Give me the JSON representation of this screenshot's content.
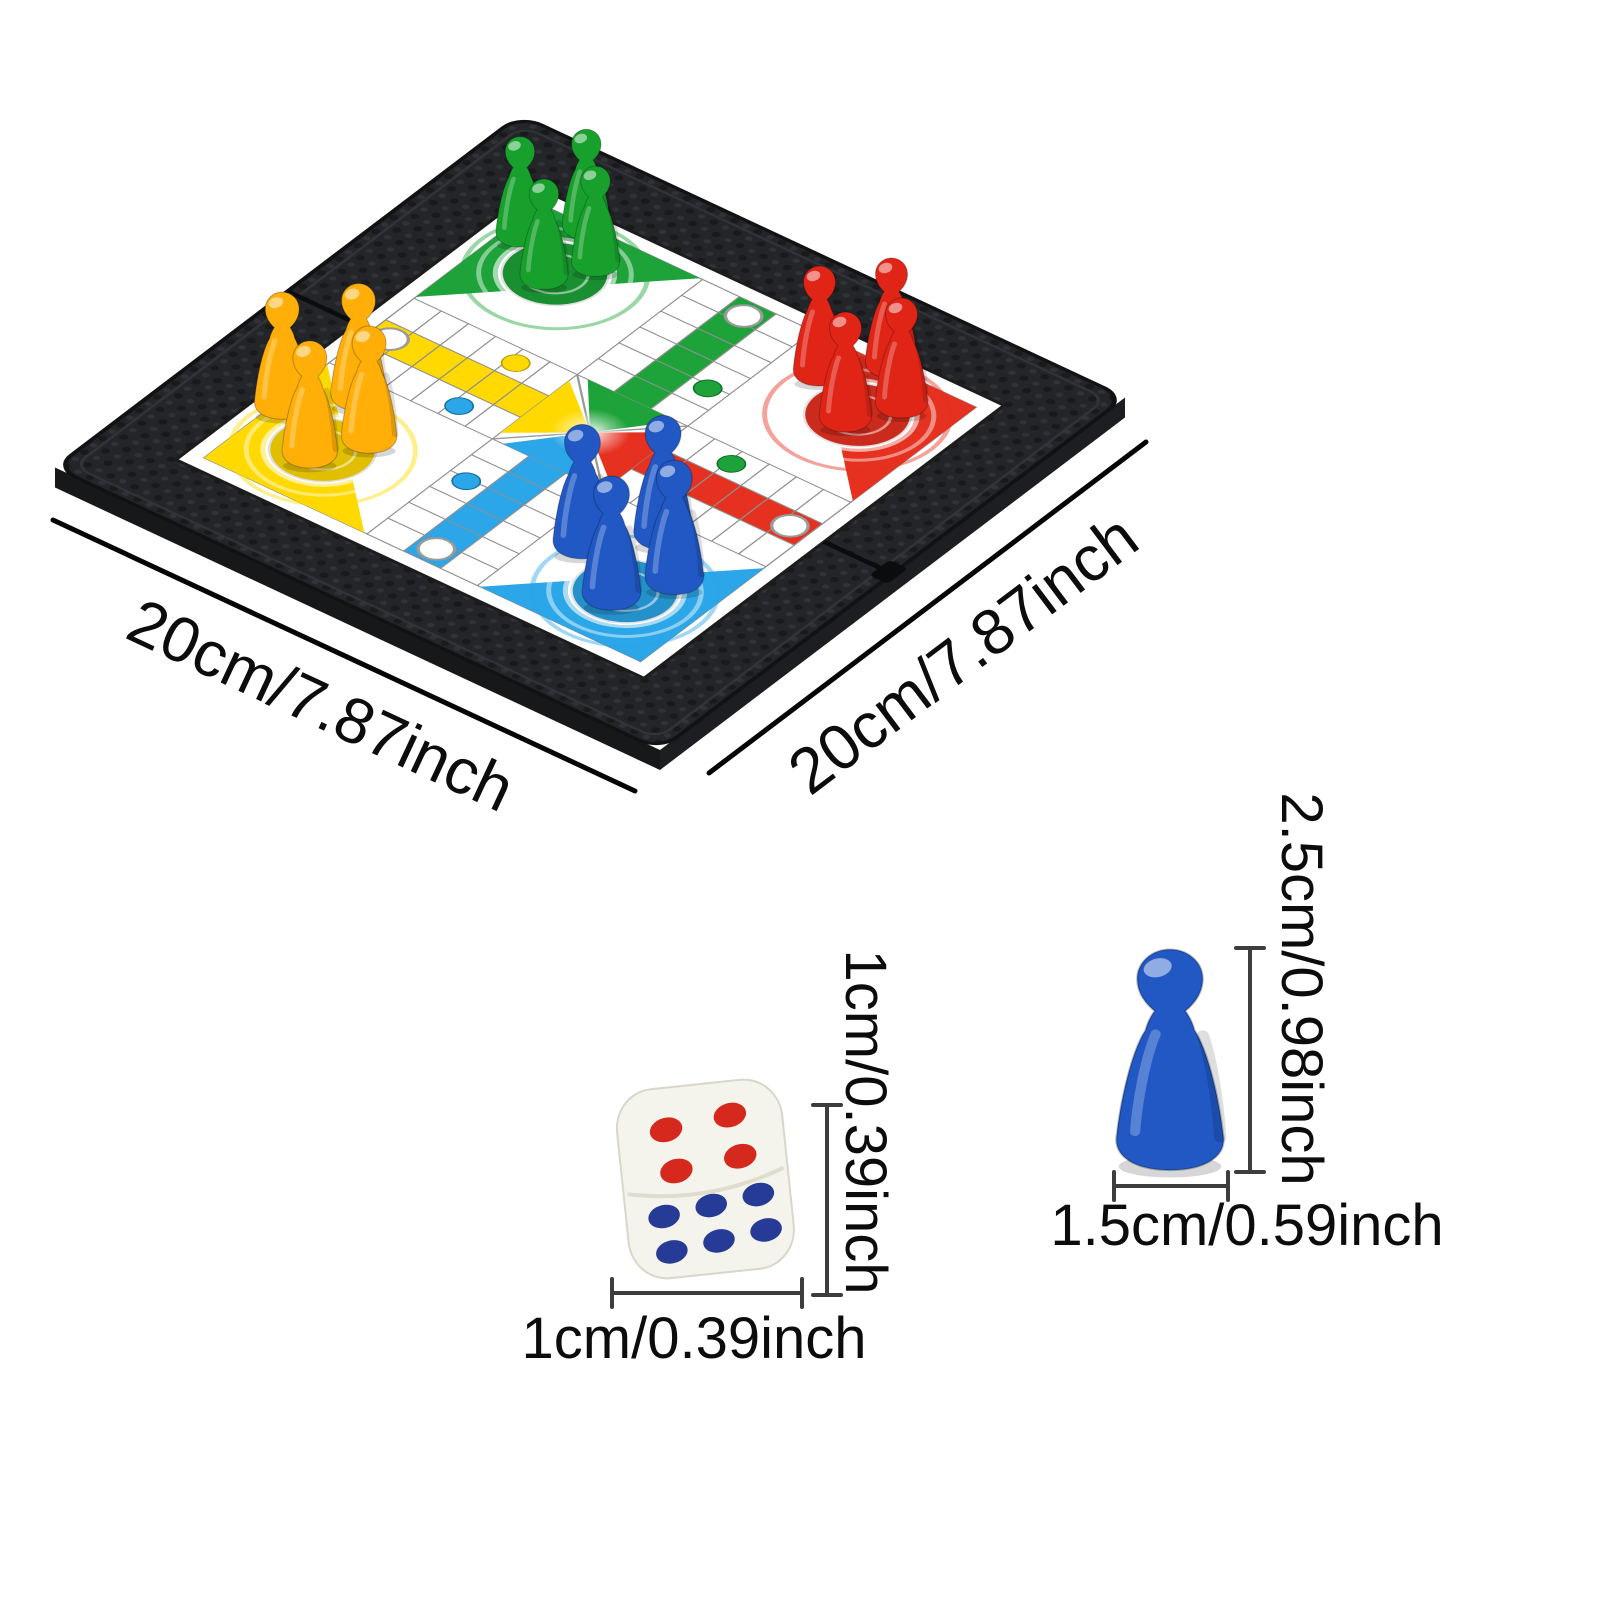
{
  "scene": {
    "background": "#ffffff"
  },
  "board": {
    "width_label": "20cm/7.87inch",
    "depth_label": "20cm/7.87inch",
    "pawn_sets": [
      {
        "color": "green",
        "count": 4
      },
      {
        "color": "red",
        "count": 4
      },
      {
        "color": "yellow",
        "count": 4
      },
      {
        "color": "blue",
        "count": 4
      }
    ]
  },
  "dice": {
    "top_face_pips": 4,
    "front_face_pips": 6,
    "height_label": "1cm/0.39inch",
    "width_label": "1cm/0.39inch"
  },
  "pawn": {
    "color": "blue",
    "height_label": "2.5cm/0.98inch",
    "width_label": "1.5cm/0.59inch"
  },
  "colors": {
    "frame": "#232528",
    "frame_dark": "#17181a",
    "surface": "#ffffff",
    "board_green": "#1ea33a",
    "board_red": "#e63120",
    "board_yellow": "#ffd900",
    "board_blue": "#2ba6e8",
    "pawn_green": "#17a02c",
    "pawn_red": "#e02517",
    "pawn_yellow": "#ffaf08",
    "pawn_blue": "#2158c4",
    "dice_body": "#f4f3ec",
    "dice_pip_red": "#d5291d",
    "dice_pip_blue": "#263b96",
    "dimension_line": "#3d3d3d",
    "board_line": "#050505",
    "text": "#0c0c0c"
  }
}
